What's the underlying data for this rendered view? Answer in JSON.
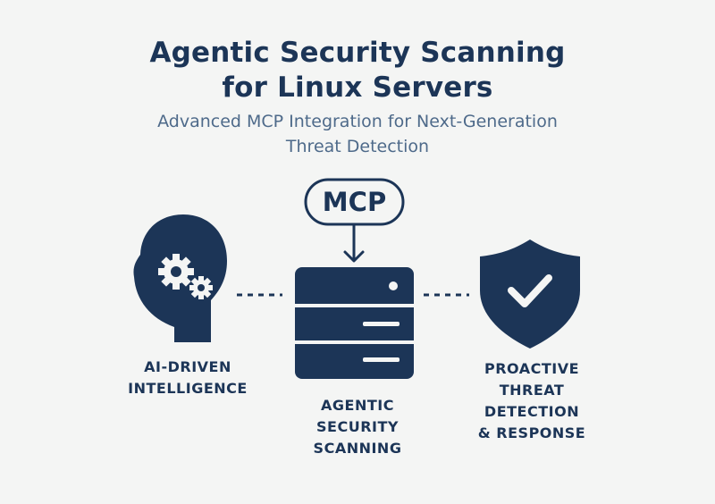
{
  "header": {
    "title_line_1": "Agentic Security Scanning",
    "title_line_2": "for Linux Servers",
    "subtitle_line_1": "Advanced MCP Integration for Next-Generation",
    "subtitle_line_2": "Threat Detection"
  },
  "center": {
    "badge_text": "MCP",
    "label_lines": [
      "AGENTIC",
      "SECURITY",
      "SCANNING"
    ]
  },
  "left": {
    "label_lines": [
      "AI-DRIVEN",
      "INTELLIGENCE"
    ]
  },
  "right": {
    "label_lines": [
      "PROACTIVE",
      "THREAT",
      "DETECTION",
      "& RESPONSE"
    ]
  },
  "icons": {
    "left": "head-with-gears-icon",
    "center": "server-icon",
    "right": "shield-check-icon"
  },
  "colors": {
    "primary": "#1c3557",
    "subtitle": "#4e6a8a",
    "background": "#f4f5f4"
  }
}
